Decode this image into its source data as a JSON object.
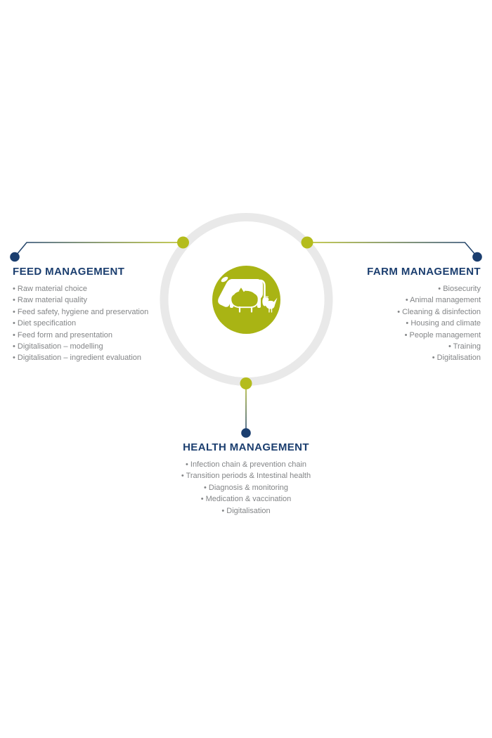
{
  "colors": {
    "navy": "#1b3e6f",
    "olive": "#a9b414",
    "olive_bright": "#b4bc1d",
    "ring_gray": "#e9e9e9",
    "list_gray": "#838587",
    "white": "#ffffff",
    "background": "#ffffff"
  },
  "bullet": "•",
  "hub": {
    "icon": "livestock-icon",
    "animals": [
      "cow",
      "pig",
      "chicken"
    ]
  },
  "sections": {
    "feed": {
      "title": "FEED MANAGEMENT",
      "items": [
        "Raw material choice",
        "Raw material quality",
        "Feed safety, hygiene and preservation",
        "Diet specification",
        "Feed form and presentation",
        "Digitalisation – modelling",
        "Digitalisation – ingredient evaluation"
      ]
    },
    "farm": {
      "title": "FARM MANAGEMENT",
      "items": [
        "Biosecurity",
        "Animal management",
        "Cleaning & disinfection",
        "Housing and climate",
        "People management",
        "Training",
        "Digitalisation"
      ]
    },
    "health": {
      "title": "HEALTH MANAGEMENT",
      "items": [
        "Infection chain & prevention chain",
        "Transition periods & Intestinal health",
        "Diagnosis & monitoring",
        "Medication & vaccination",
        "Digitalisation"
      ]
    }
  }
}
